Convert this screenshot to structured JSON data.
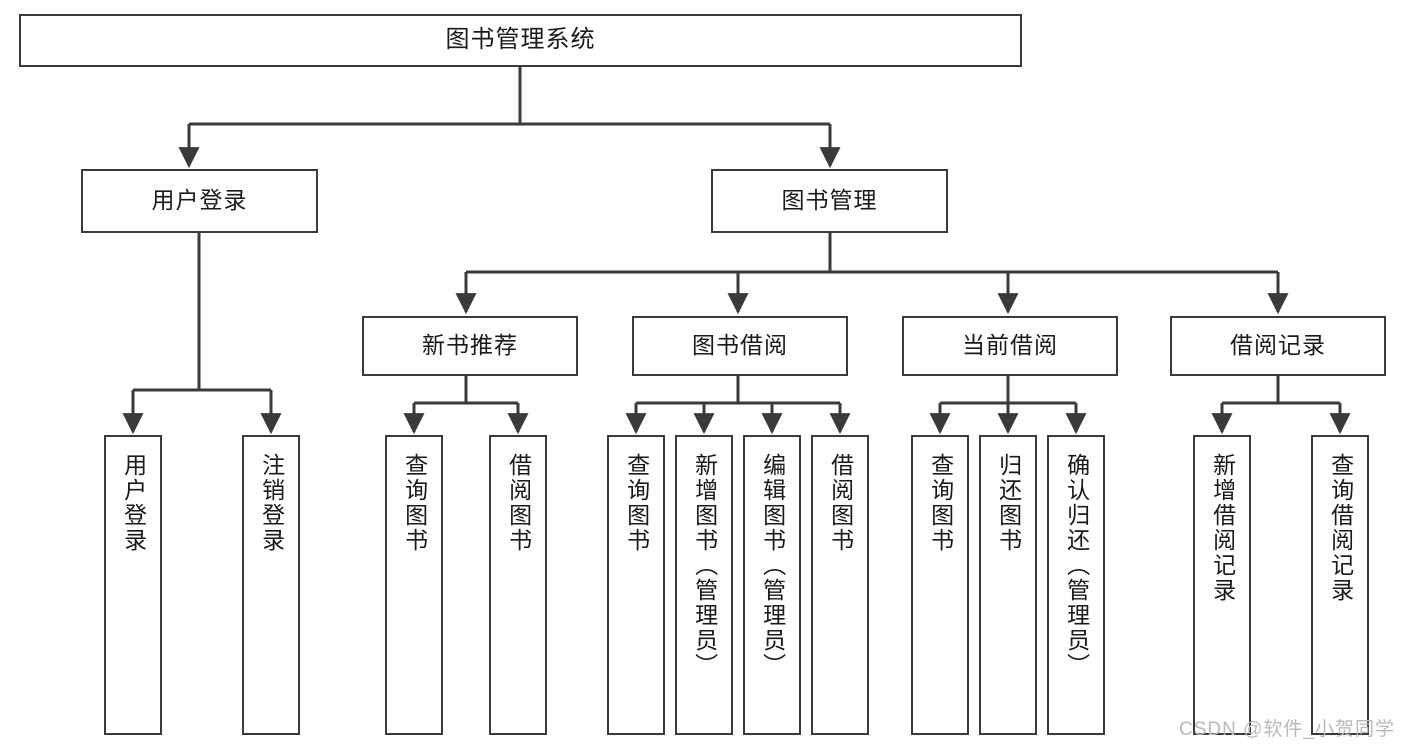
{
  "diagram": {
    "title": "图书管理系统",
    "type": "tree-hierarchy",
    "watermark": "CSDN @软件_小贺同学",
    "colors": {
      "border": "#3a3a3a",
      "background": "#ffffff",
      "text": "#1a1a1a",
      "connector": "#3a3a3a",
      "watermark": "#b9b9b9"
    },
    "levels": {
      "root": {
        "label": "图书管理系统"
      },
      "level2": [
        {
          "id": "user-login",
          "label": "用户登录"
        },
        {
          "id": "book-manage",
          "label": "图书管理"
        }
      ],
      "level3": [
        {
          "id": "new-book-recommend",
          "label": "新书推荐"
        },
        {
          "id": "book-borrow",
          "label": "图书借阅"
        },
        {
          "id": "current-borrow",
          "label": "当前借阅"
        },
        {
          "id": "borrow-record",
          "label": "借阅记录"
        }
      ],
      "leaves": {
        "user_login": [
          {
            "id": "leaf-user-login",
            "label": "用户登录"
          },
          {
            "id": "leaf-user-logout",
            "label": "注销登录"
          }
        ],
        "new_book_recommend": [
          {
            "id": "leaf-query-book-1",
            "label": "查询图书"
          },
          {
            "id": "leaf-borrow-book-1",
            "label": "借阅图书"
          }
        ],
        "book_borrow": [
          {
            "id": "leaf-query-book-2",
            "label": "查询图书"
          },
          {
            "id": "leaf-add-book",
            "label": "新增图书（管理员）"
          },
          {
            "id": "leaf-edit-book",
            "label": "编辑图书（管理员）"
          },
          {
            "id": "leaf-borrow-book-2",
            "label": "借阅图书"
          }
        ],
        "current_borrow": [
          {
            "id": "leaf-query-book-3",
            "label": "查询图书"
          },
          {
            "id": "leaf-return-book",
            "label": "归还图书"
          },
          {
            "id": "leaf-confirm-return",
            "label": "确认归还（管理员）"
          }
        ],
        "borrow_record": [
          {
            "id": "leaf-add-record",
            "label": "新增借阅记录"
          },
          {
            "id": "leaf-query-record",
            "label": "查询借阅记录"
          }
        ]
      }
    }
  }
}
